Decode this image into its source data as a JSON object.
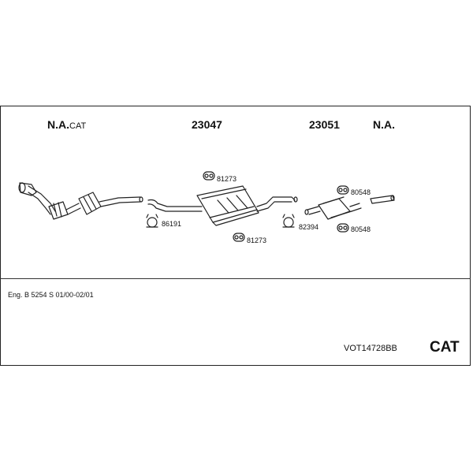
{
  "header": {
    "col1_main": "N.A.",
    "col1_sub": "CAT",
    "col2": "23047",
    "col3": "23051",
    "col4": "N.A."
  },
  "parts": {
    "hanger_top_mid": "81273",
    "hanger_bottom_mid": "81273",
    "clamp_left": "86191",
    "clamp_mid": "82394",
    "hanger_right_top": "80548",
    "hanger_right_bottom": "80548"
  },
  "footer": {
    "engine": "Eng. B 5254 S   01/00-02/01",
    "product_code": "VOT14728BB",
    "category": "CAT"
  }
}
